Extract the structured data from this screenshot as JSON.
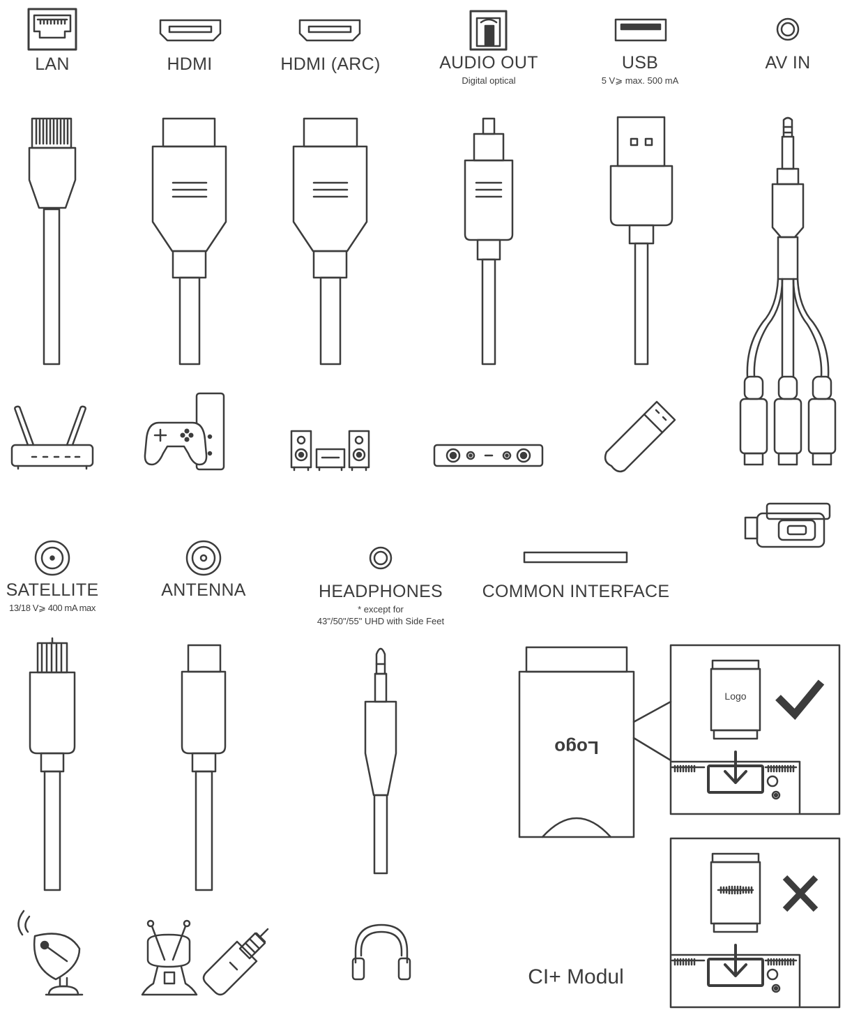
{
  "ports": [
    {
      "label": "LAN",
      "sub": ""
    },
    {
      "label": "HDMI",
      "sub": ""
    },
    {
      "label": "HDMI (ARC)",
      "sub": ""
    },
    {
      "label": "AUDIO OUT",
      "sub": "Digital optical"
    },
    {
      "label": "USB",
      "sub": "5 V⩾ max. 500 mA"
    },
    {
      "label": "AV IN",
      "sub": ""
    },
    {
      "label": "SATELLITE",
      "sub": "13/18 V⩾ 400 mA max"
    },
    {
      "label": "ANTENNA",
      "sub": ""
    },
    {
      "label": "HEADPHONES",
      "sub": "* except for",
      "sub2": "43\"/50\"/55\" UHD with Side Feet"
    },
    {
      "label": "COMMON INTERFACE",
      "sub": ""
    }
  ],
  "ci_module": {
    "card_text": "Logo",
    "small_card_text": "Logo",
    "caption": "CI+ Modul"
  },
  "icons": [
    "lan-port-icon",
    "hdmi-port-icon",
    "hdmi-arc-port-icon",
    "optical-port-icon",
    "usb-port-icon",
    "av-port-icon",
    "satellite-port-icon",
    "antenna-port-icon",
    "headphone-port-icon",
    "ci-slot-icon",
    "router-icon",
    "game-console-icon",
    "speaker-system-icon",
    "soundbar-icon",
    "usb-stick-icon",
    "camcorder-icon",
    "satellite-dish-icon",
    "antenna-icon",
    "coax-plug-icon",
    "headphones-icon",
    "checkmark-icon",
    "cross-icon",
    "down-arrow-icon"
  ],
  "colors": {
    "line": "#3c3c3c",
    "background": "#ffffff"
  }
}
